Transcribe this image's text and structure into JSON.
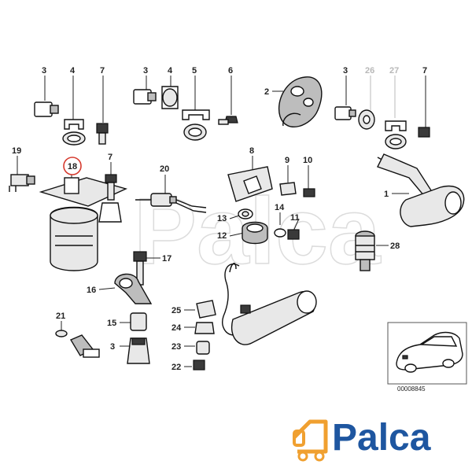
{
  "diagram": {
    "highlighted_part": "18",
    "callouts": [
      "1",
      "2",
      "3",
      "4",
      "5",
      "6",
      "7",
      "8",
      "9",
      "10",
      "11",
      "12",
      "13",
      "14",
      "15",
      "16",
      "17",
      "18",
      "19",
      "20",
      "21",
      "22",
      "23",
      "24",
      "25",
      "26",
      "27",
      "28"
    ],
    "greyed_callouts": [
      "26",
      "27"
    ],
    "reference_code": "00008845",
    "watermark": "Palca",
    "brand_logo": "Palca",
    "colors": {
      "highlight": "#d63a2e",
      "logo_blue": "#1e56a0",
      "logo_orange": "#f0a030"
    }
  }
}
